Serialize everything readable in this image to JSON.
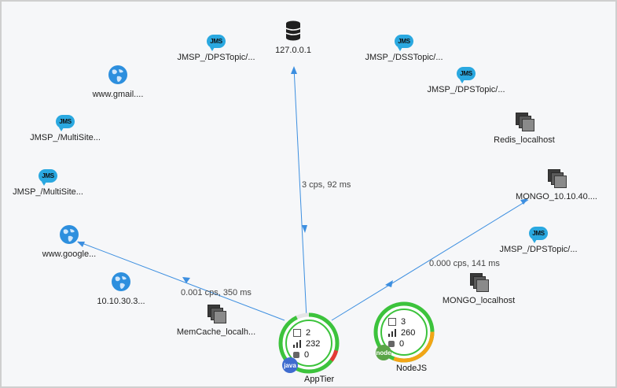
{
  "nodes": {
    "db_127": {
      "label": "127.0.0.1",
      "icon": "database-icon"
    },
    "jms_dps_top": {
      "label": "JMSP_/DPSTopic/...",
      "icon": "jms-icon",
      "badge": "JMS"
    },
    "jms_dss_top": {
      "label": "JMSP_/DSSTopic/...",
      "icon": "jms-icon",
      "badge": "JMS"
    },
    "jms_dps_right": {
      "label": "JMSP_/DPSTopic/...",
      "icon": "jms-icon",
      "badge": "JMS"
    },
    "gmail": {
      "label": "www.gmail....",
      "icon": "globe-icon"
    },
    "jms_multi_1": {
      "label": "JMSP_/MultiSite...",
      "icon": "jms-icon",
      "badge": "JMS"
    },
    "jms_multi_2": {
      "label": "JMSP_/MultiSite...",
      "icon": "jms-icon",
      "badge": "JMS"
    },
    "google": {
      "label": "www.google...",
      "icon": "globe-icon"
    },
    "ip_10": {
      "label": "10.10.30.3...",
      "icon": "globe-icon"
    },
    "memcache": {
      "label": "MemCache_localh...",
      "icon": "server-stack-icon"
    },
    "redis": {
      "label": "Redis_localhost",
      "icon": "server-stack-icon"
    },
    "mongo_40": {
      "label": "MONGO_10.10.40....",
      "icon": "server-stack-icon"
    },
    "jms_dps_low": {
      "label": "JMSP_/DPSTopic/...",
      "icon": "jms-icon",
      "badge": "JMS"
    },
    "mongo_local": {
      "label": "MONGO_localhost",
      "icon": "server-stack-icon"
    }
  },
  "edges": {
    "to_db": "3 cps, 92 ms",
    "to_google": "0.001 cps, 350 ms",
    "to_mongo": "0.000 cps, 141 ms"
  },
  "tiers": {
    "apptier": {
      "name": "AppTier",
      "instances": "2",
      "calls": "232",
      "errors": "0",
      "badge": "java",
      "badge_color": "#3f6ccf",
      "health_fraction": 0.93,
      "health_color": "#3cc33c",
      "error_color": "#e53935"
    },
    "nodejs": {
      "name": "NodeJS",
      "instances": "3",
      "calls": "260",
      "errors": "0",
      "badge": "node",
      "badge_color": "#5aa447",
      "health_fraction": 0.7,
      "health_color": "#3cc33c",
      "warn_color": "#f2a516"
    }
  },
  "colors": {
    "edge": "#3d8fe0",
    "jms": "#2aa8e0",
    "globe": "#2d8fde"
  }
}
